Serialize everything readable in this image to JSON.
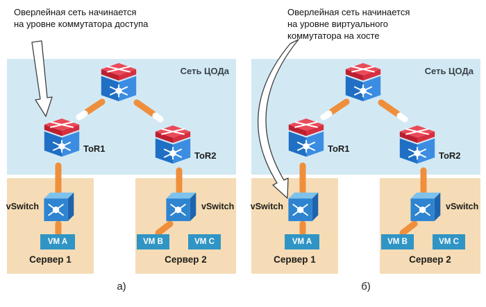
{
  "diagram": {
    "title": "Overlay network start point comparison",
    "panels": [
      {
        "annotation": "Оверлейная сеть начинается\nна уровне коммутатора доступа",
        "network_label": "Сеть ЦОДа",
        "tor1_label": "ToR1",
        "tor2_label": "ToR2",
        "server1": {
          "vswitch_label": "vSwitch",
          "vms": [
            "VM A"
          ],
          "label": "Сервер 1"
        },
        "server2": {
          "vswitch_label": "vSwitch",
          "vms": [
            "VM B",
            "VM C"
          ],
          "label": "Сервер 2"
        },
        "caption": "а)"
      },
      {
        "annotation": "Оверлейная сеть начинается\nна уровне виртуального\nкоммутатора на хосте",
        "network_label": "Сеть ЦОДа",
        "tor1_label": "ToR1",
        "tor2_label": "ToR2",
        "server1": {
          "vswitch_label": "vSwitch",
          "vms": [
            "VM A"
          ],
          "label": "Сервер 1"
        },
        "server2": {
          "vswitch_label": "vSwitch",
          "vms": [
            "VM B",
            "VM C"
          ],
          "label": "Сервер 2"
        },
        "caption": "б)"
      }
    ],
    "colors": {
      "dc_network_bg": "#d2e9f4",
      "server_bg": "#f5dcb6",
      "link_orange": "#ef8f3c",
      "vm_blue": "#3095c5",
      "switch_red": "#d62f40",
      "switch_blue": "#2e84d0"
    }
  }
}
